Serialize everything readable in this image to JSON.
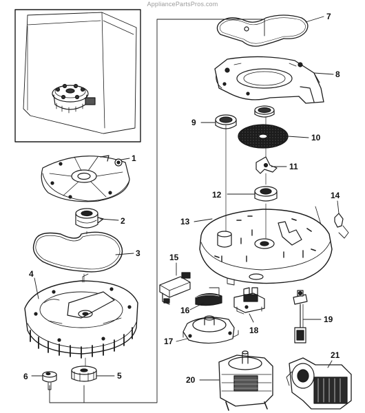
{
  "watermark": "AppliancePartsPros.com",
  "labels": {
    "p1": "1",
    "p2": "2",
    "p3": "3",
    "p4": "4",
    "p5": "5",
    "p6": "6",
    "p7": "7",
    "p8": "8",
    "p9": "9",
    "p10": "10",
    "p11": "11",
    "p12": "12",
    "p13": "13",
    "p14": "14",
    "p15": "15",
    "p16": "16",
    "p17": "17",
    "p18": "18",
    "p19": "19",
    "p20": "20",
    "p21": "21"
  }
}
